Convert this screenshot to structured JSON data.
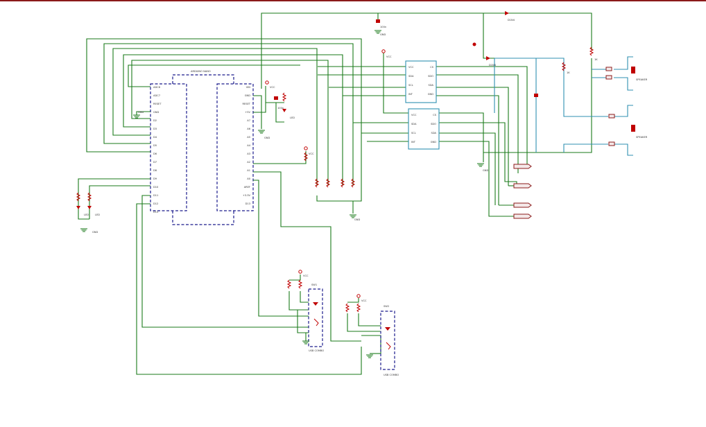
{
  "view": {
    "title": "",
    "accent_colors": {
      "wire": "#1a7a1a",
      "bus": "#2f8fb0",
      "component": "#c00000",
      "chip_outline": "#1a1a8c"
    }
  },
  "chips": {
    "mcu": {
      "name": "ARDUINO NANO",
      "left_pins": [
        "ADC6",
        "ADC7",
        "RESET",
        "GND",
        "D2",
        "D3",
        "D4",
        "D5",
        "D6",
        "D7",
        "D8",
        "D9",
        "D10",
        "D11",
        "D12",
        "D13"
      ],
      "right_pins": [
        "VIN",
        "GND",
        "RESET",
        "+5V",
        "A7",
        "A6",
        "A5",
        "A4",
        "A3",
        "A2",
        "A1",
        "A0",
        "AREF",
        "+3.3V",
        "D13"
      ]
    },
    "ic1": {
      "pins_left": [
        "VCC",
        "SDA",
        "SCL",
        "INT"
      ],
      "pins_right": [
        "CS",
        "SDO",
        "SDA",
        "GND"
      ]
    },
    "ic2": {
      "pins_left": [
        "VCC",
        "SDA",
        "SCL",
        "INT"
      ],
      "pins_right": [
        "CS",
        "SDO",
        "SDA",
        "GND"
      ]
    },
    "sw1": {
      "name": "SW1",
      "caption": "USB COMBO"
    },
    "sw2": {
      "name": "SW2",
      "caption": "USB COMBO"
    }
  },
  "labels": {
    "gnd": "GND",
    "vcc": "VCC",
    "diode": "D1N4",
    "led": "LED",
    "res": "1K",
    "cap": "100n",
    "speaker": "SPEAKER",
    "sw": "SW1",
    "sw_b": "SW2"
  }
}
